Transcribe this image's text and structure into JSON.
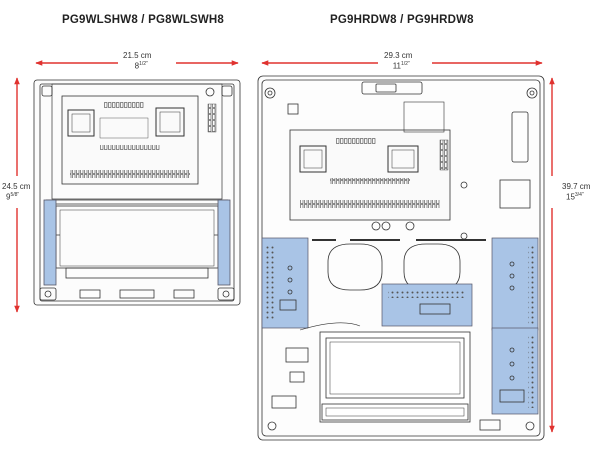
{
  "panels": [
    {
      "model": "PG9WLSHW8 / PG8WLSWH8",
      "width": {
        "cm": "21.5 cm",
        "inch_whole": "8",
        "inch_frac": "1/2\""
      },
      "height": {
        "cm": "24.5 cm",
        "inch_whole": "9",
        "inch_frac": "5/8\""
      }
    },
    {
      "model": "PG9HRDW8 / PG9HRDW8",
      "width": {
        "cm": "29.3 cm",
        "inch_whole": "11",
        "inch_frac": "1/2\""
      },
      "height": {
        "cm": "39.7 cm",
        "inch_whole": "15",
        "inch_frac": "3/4\""
      }
    }
  ],
  "colors": {
    "arrow": "#e0322f",
    "outline": "#333333",
    "highlight": "#a9c4e6"
  }
}
